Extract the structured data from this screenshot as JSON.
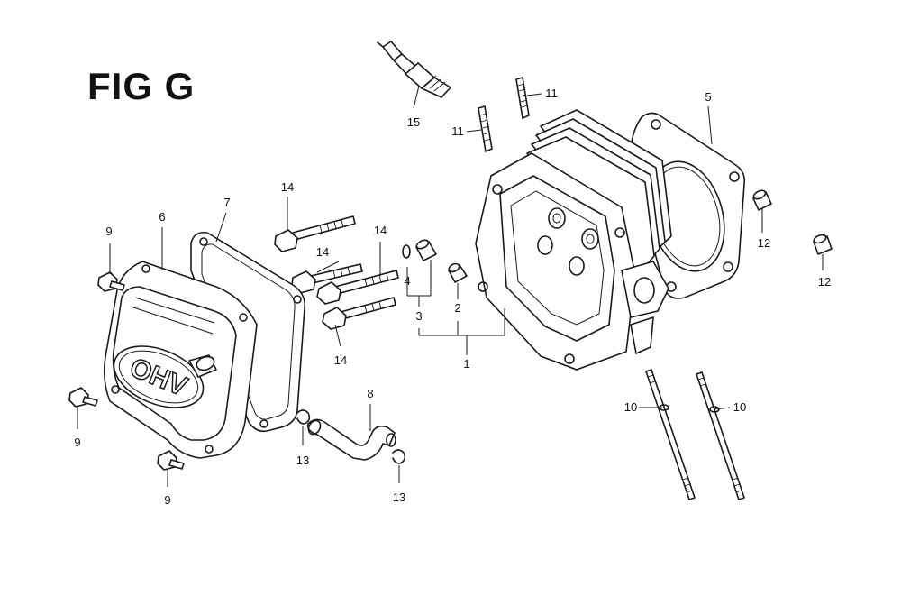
{
  "figure": {
    "title": "FIG G",
    "emblem_text": "OHV"
  },
  "parts": [
    {
      "id": "p1",
      "number": "1"
    },
    {
      "id": "p2",
      "number": "2"
    },
    {
      "id": "p3",
      "number": "3"
    },
    {
      "id": "p4",
      "number": "4"
    },
    {
      "id": "p5",
      "number": "5"
    },
    {
      "id": "p6",
      "number": "6"
    },
    {
      "id": "p7",
      "number": "7"
    },
    {
      "id": "p8",
      "number": "8"
    },
    {
      "id": "p9a",
      "number": "9"
    },
    {
      "id": "p9b",
      "number": "9"
    },
    {
      "id": "p9c",
      "number": "9"
    },
    {
      "id": "p10a",
      "number": "10"
    },
    {
      "id": "p10b",
      "number": "10"
    },
    {
      "id": "p11a",
      "number": "11"
    },
    {
      "id": "p11b",
      "number": "11"
    },
    {
      "id": "p12a",
      "number": "12"
    },
    {
      "id": "p12b",
      "number": "12"
    },
    {
      "id": "p13a",
      "number": "13"
    },
    {
      "id": "p13b",
      "number": "13"
    },
    {
      "id": "p14a",
      "number": "14"
    },
    {
      "id": "p14b",
      "number": "14"
    },
    {
      "id": "p14c",
      "number": "14"
    },
    {
      "id": "p14d",
      "number": "14"
    },
    {
      "id": "p15",
      "number": "15"
    }
  ]
}
